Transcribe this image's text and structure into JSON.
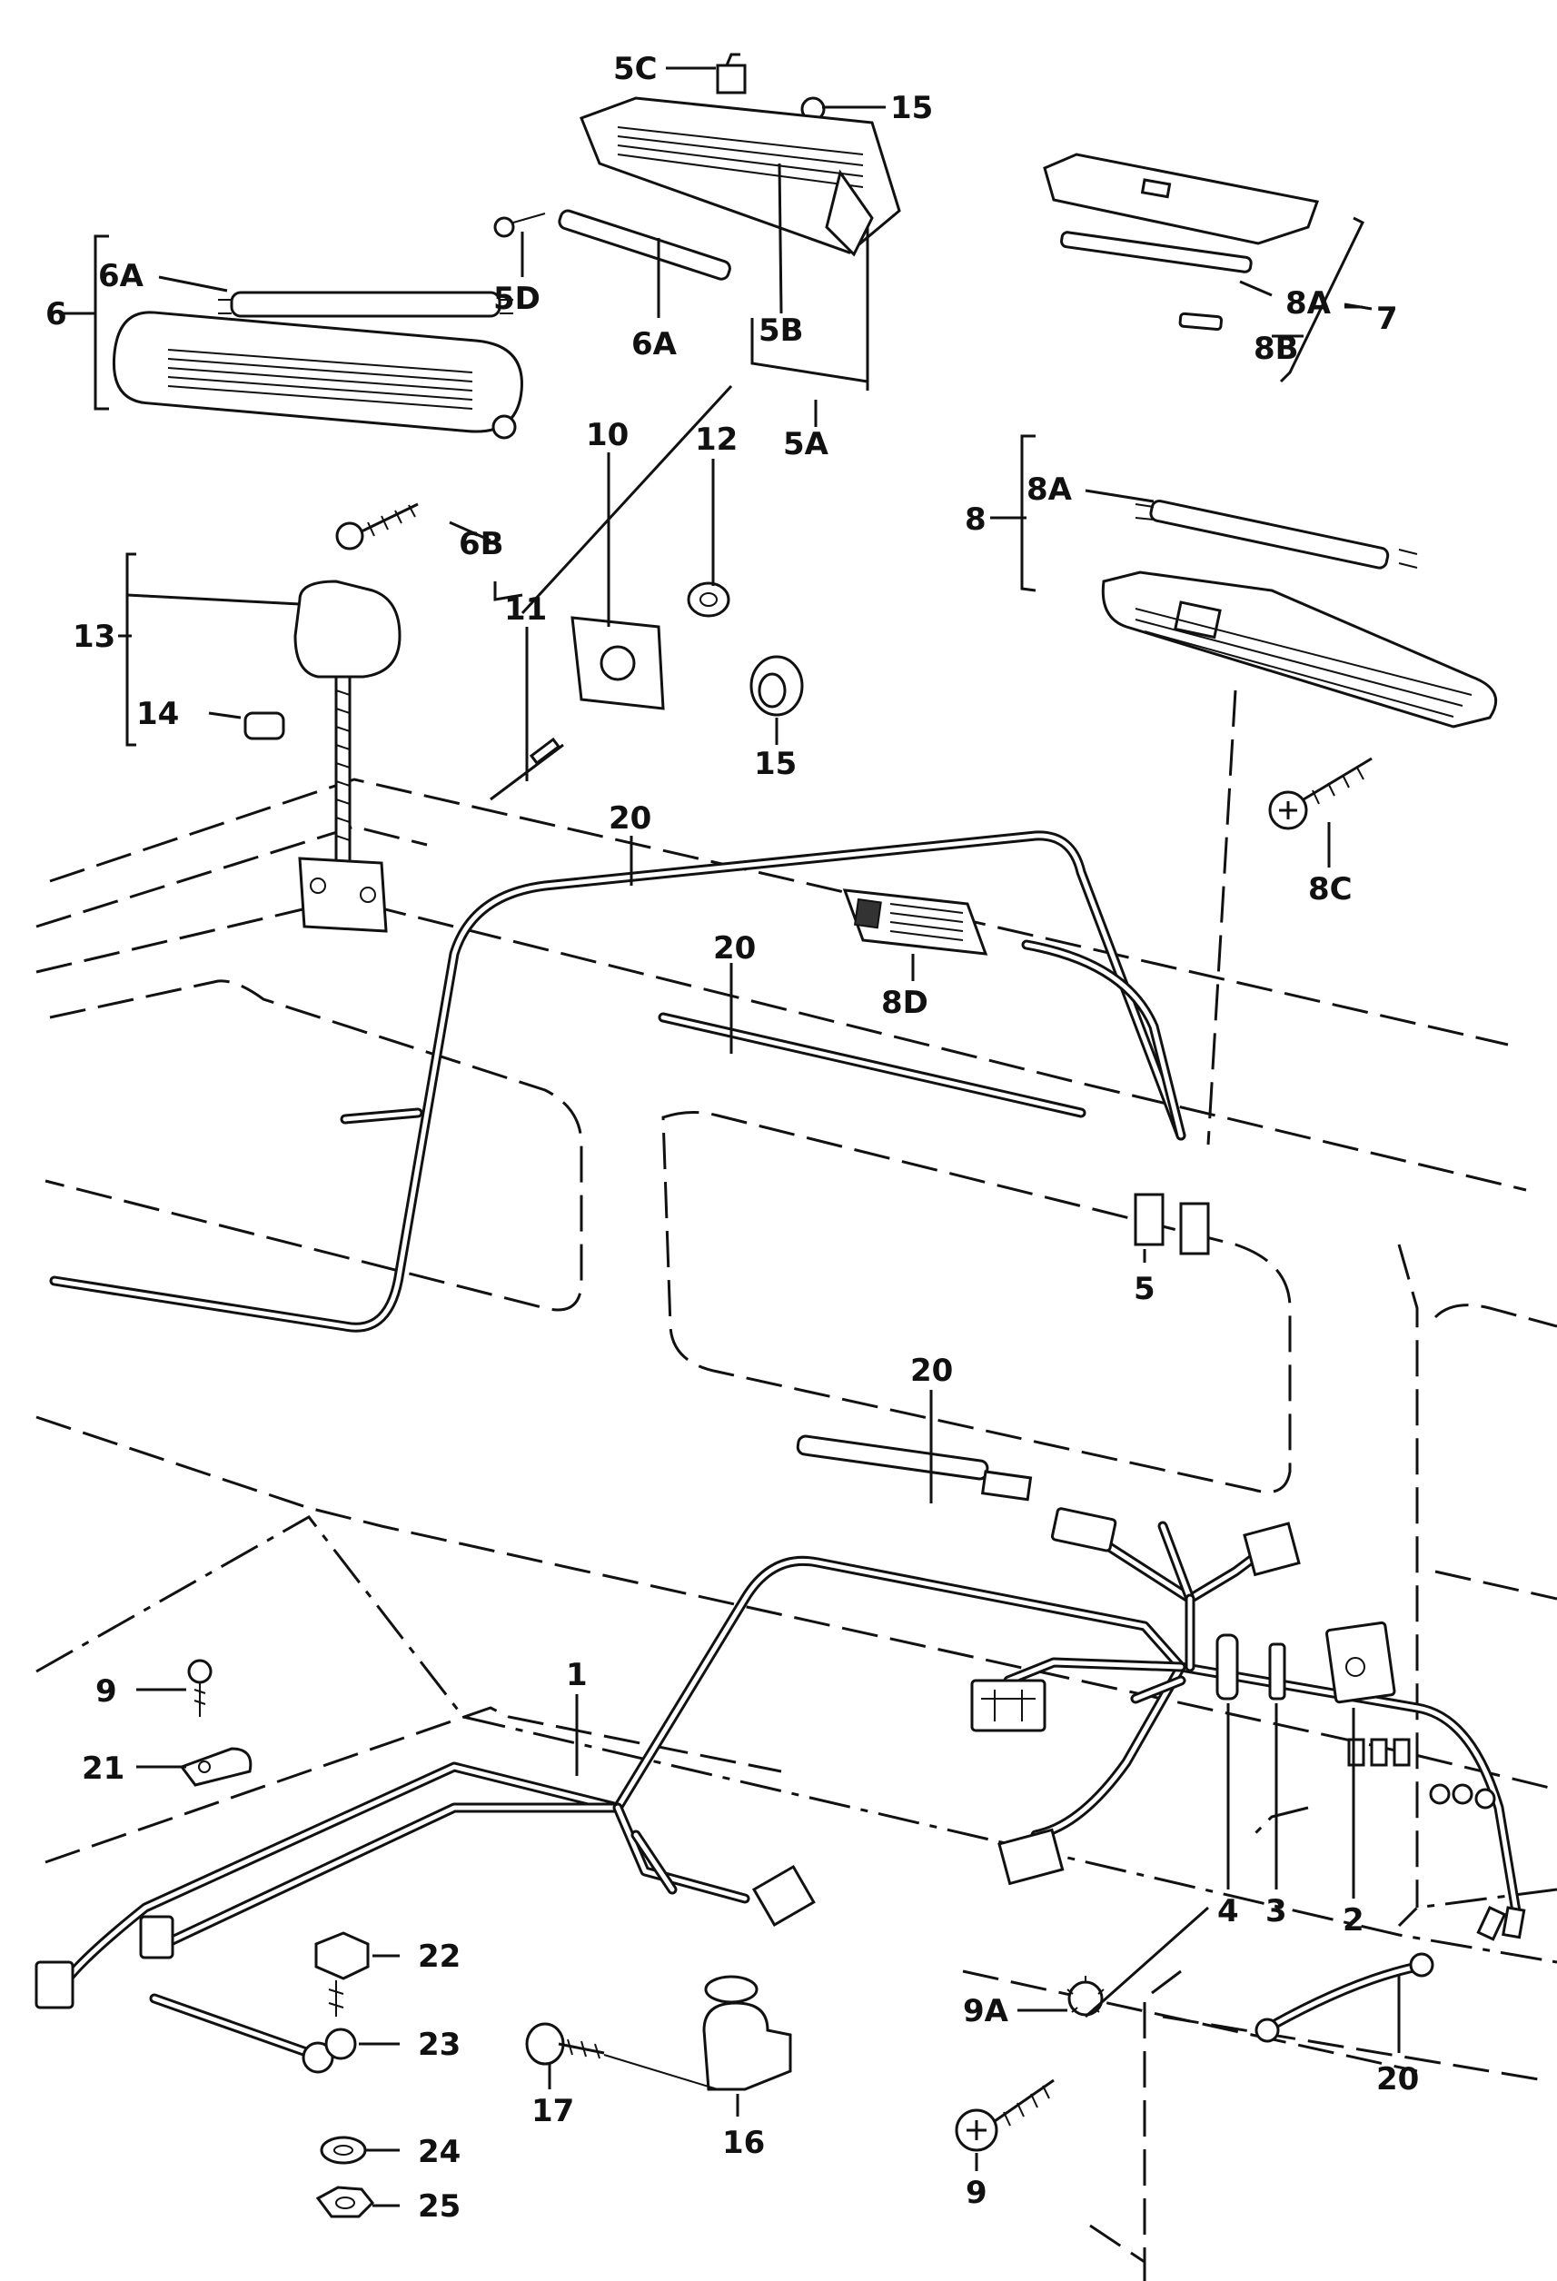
{
  "labels": [
    {
      "id": "l5c",
      "text": "5C"
    },
    {
      "id": "l15a",
      "text": "15"
    },
    {
      "id": "l6a1",
      "text": "6A"
    },
    {
      "id": "l6",
      "text": "6"
    },
    {
      "id": "l5d",
      "text": "5D"
    },
    {
      "id": "l6a2",
      "text": "6A"
    },
    {
      "id": "l5b",
      "text": "5B"
    },
    {
      "id": "l5a",
      "text": "5A"
    },
    {
      "id": "l8a1",
      "text": "8A"
    },
    {
      "id": "l7",
      "text": "7"
    },
    {
      "id": "l8b",
      "text": "8B"
    },
    {
      "id": "l6b",
      "text": "6B"
    },
    {
      "id": "l10",
      "text": "10"
    },
    {
      "id": "l12",
      "text": "12"
    },
    {
      "id": "l8",
      "text": "8"
    },
    {
      "id": "l8a2",
      "text": "8A"
    },
    {
      "id": "l13",
      "text": "13"
    },
    {
      "id": "l11",
      "text": "11"
    },
    {
      "id": "l14",
      "text": "14"
    },
    {
      "id": "l15b",
      "text": "15"
    },
    {
      "id": "l8c",
      "text": "8C"
    },
    {
      "id": "l20a",
      "text": "20"
    },
    {
      "id": "l20b",
      "text": "20"
    },
    {
      "id": "l8d",
      "text": "8D"
    },
    {
      "id": "l5",
      "text": "5"
    },
    {
      "id": "l20c",
      "text": "20"
    },
    {
      "id": "l1",
      "text": "1"
    },
    {
      "id": "l9a",
      "text": "9"
    },
    {
      "id": "l21",
      "text": "21"
    },
    {
      "id": "l22",
      "text": "22"
    },
    {
      "id": "l23",
      "text": "23"
    },
    {
      "id": "l24",
      "text": "24"
    },
    {
      "id": "l25",
      "text": "25"
    },
    {
      "id": "l17",
      "text": "17"
    },
    {
      "id": "l16",
      "text": "16"
    },
    {
      "id": "l9aa",
      "text": "9A"
    },
    {
      "id": "l9b",
      "text": "9"
    },
    {
      "id": "l4",
      "text": "4"
    },
    {
      "id": "l3",
      "text": "3"
    },
    {
      "id": "l2",
      "text": "2"
    },
    {
      "id": "l20d",
      "text": "20"
    }
  ]
}
